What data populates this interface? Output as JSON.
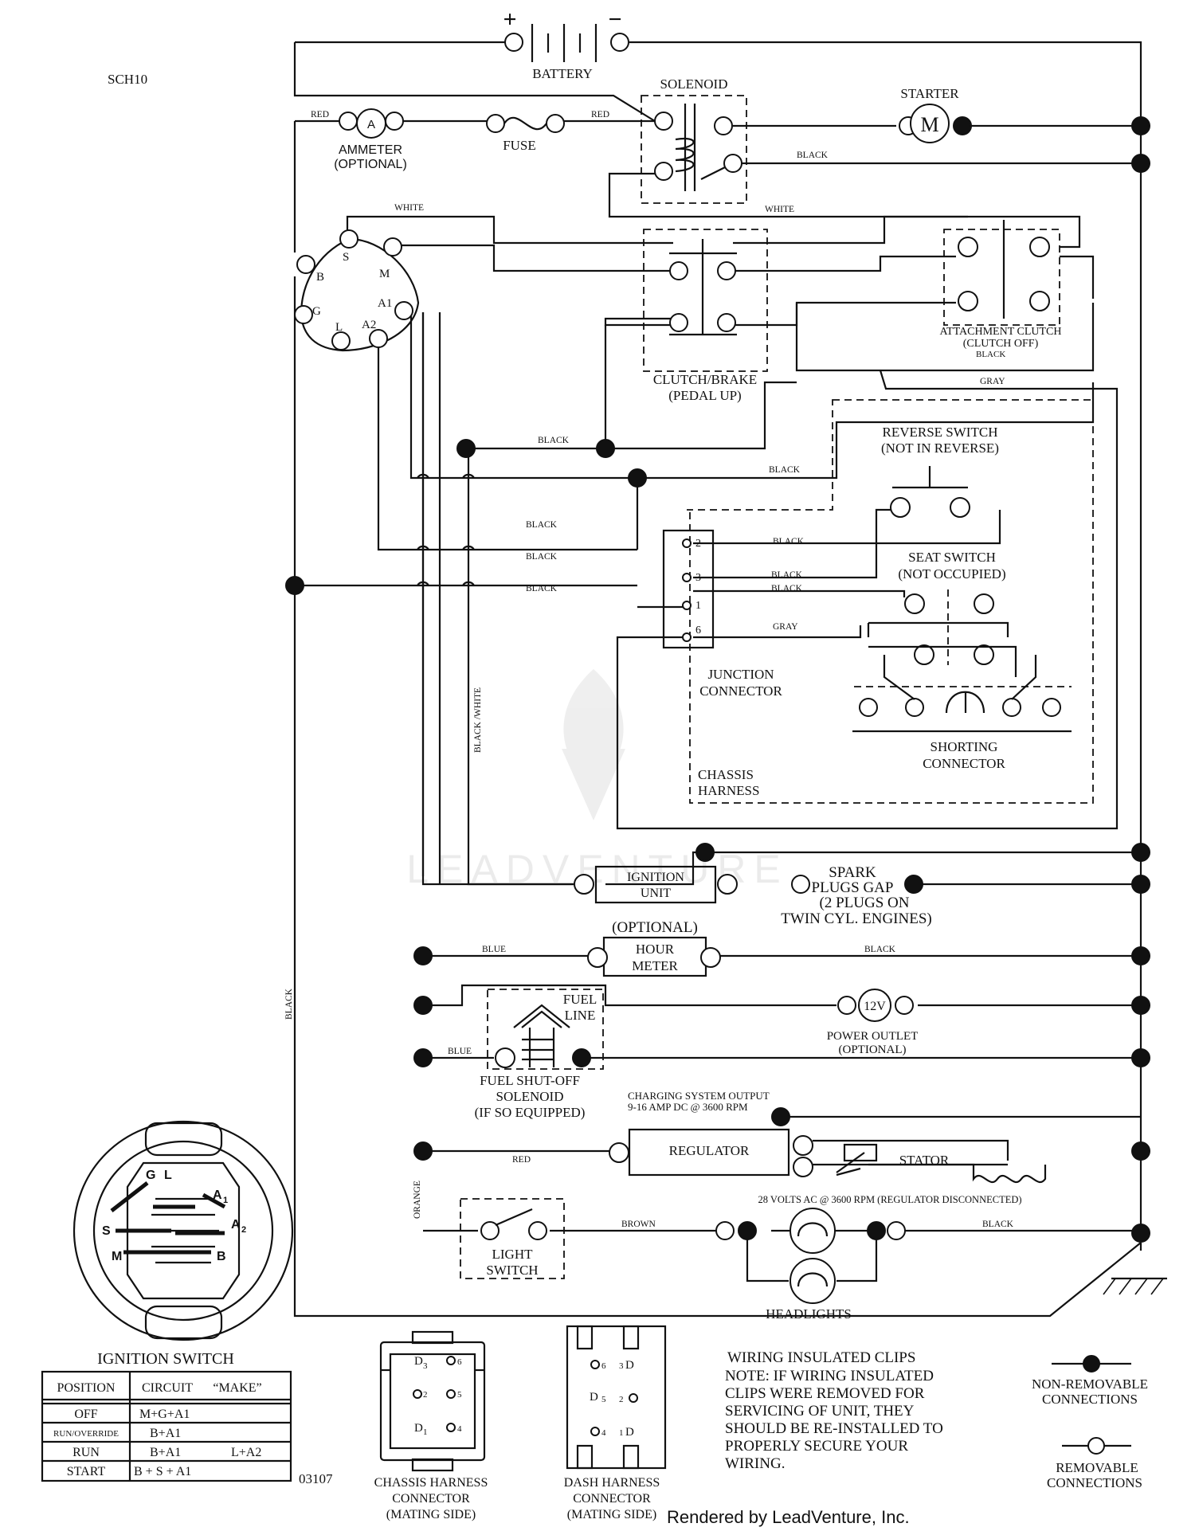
{
  "doc_code": "SCH10",
  "part_number": "03107",
  "footer": "Rendered by LeadVenture, Inc.",
  "watermark": "LEADVENTURE",
  "battery": {
    "label": "BATTERY",
    "plus": "+",
    "minus": "−"
  },
  "solenoid": "SOLENOID",
  "starter": {
    "label": "STARTER",
    "symbol": "M"
  },
  "ammeter": {
    "symbol": "A",
    "line1": "AMMETER",
    "line2": "(OPTIONAL)"
  },
  "fuse": "FUSE",
  "clutch_brake": {
    "line1": "CLUTCH/BRAKE",
    "line2": "(PEDAL UP)"
  },
  "attachment_clutch": {
    "line1": "ATTACHMENT CLUTCH",
    "line2": "(CLUTCH OFF)"
  },
  "reverse_switch": {
    "line1": "REVERSE SWITCH",
    "line2": "(NOT IN REVERSE)"
  },
  "seat_switch": {
    "line1": "SEAT SWITCH",
    "line2": "(NOT OCCUPIED)"
  },
  "junction_connector": {
    "line1": "JUNCTION",
    "line2": "CONNECTOR",
    "pins": [
      "2",
      "3",
      "1",
      "6"
    ]
  },
  "shorting_connector": {
    "line1": "SHORTING",
    "line2": "CONNECTOR"
  },
  "chassis_harness": {
    "line1": "CHASSIS",
    "line2": "HARNESS"
  },
  "ignition_unit": {
    "line1": "IGNITION",
    "line2": "UNIT"
  },
  "spark_plugs": {
    "line1": "SPARK",
    "line2": "PLUGS GAP",
    "line3": "(2 PLUGS ON",
    "line4": "TWIN CYL. ENGINES)"
  },
  "hour_meter": {
    "optional": "(OPTIONAL)",
    "line1": "HOUR",
    "line2": "METER"
  },
  "fuel_line": {
    "line1": "FUEL",
    "line2": "LINE"
  },
  "power_outlet": {
    "symbol": "12V",
    "line1": "POWER OUTLET",
    "line2": "(OPTIONAL)"
  },
  "fuel_solenoid": {
    "line1": "FUEL SHUT-OFF",
    "line2": "SOLENOID",
    "line3": "(IF SO EQUIPPED)"
  },
  "charging": {
    "line1": "CHARGING SYSTEM OUTPUT",
    "line2": "9-16 AMP DC @ 3600 RPM"
  },
  "regulator": "REGULATOR",
  "stator": "STATOR",
  "stator_note": "28 VOLTS AC @ 3600 RPM (REGULATOR DISCONNECTED)",
  "light_switch": {
    "line1": "LIGHT",
    "line2": "SWITCH"
  },
  "headlights": "HEADLIGHTS",
  "ignition_terminals": [
    "S",
    "B",
    "M",
    "G",
    "A1",
    "L",
    "A2"
  ],
  "wire_colors": {
    "red": "RED",
    "black": "BLACK",
    "white": "WHITE",
    "gray": "GRAY",
    "blue": "BLUE",
    "brown": "BROWN",
    "orange": "ORANGE",
    "black_white": "BLACK /WHITE"
  },
  "ignition_switch": {
    "title": "IGNITION SWITCH",
    "face_labels": {
      "g": "G",
      "l": "L",
      "a1": "A",
      "a1_sub": "1",
      "s": "S",
      "a2": "A",
      "a2_sub": "2",
      "m": "M",
      "b": "B"
    },
    "table": {
      "headers": [
        "POSITION",
        "CIRCUIT",
        "“MAKE”"
      ],
      "rows": [
        {
          "position": "OFF",
          "circuit": "M+G+A1",
          "extra": ""
        },
        {
          "position": "RUN/OVERRIDE",
          "circuit": "B+A1",
          "extra": ""
        },
        {
          "position": "RUN",
          "circuit": "B+A1",
          "extra": "L+A2"
        },
        {
          "position": "START",
          "circuit": "B + S + A1",
          "extra": ""
        }
      ]
    }
  },
  "chassis_connector": {
    "line1": "CHASSIS HARNESS",
    "line2": "CONNECTOR",
    "line3": "(MATING SIDE)",
    "pins": [
      "3",
      "6",
      "2",
      "5",
      "1",
      "4"
    ]
  },
  "dash_connector": {
    "line1": "DASH HARNESS",
    "line2": "CONNECTOR",
    "line3": "(MATING SIDE)",
    "pins": [
      "6",
      "3",
      "5",
      "2",
      "4",
      "1"
    ]
  },
  "note": {
    "title": "WIRING INSULATED CLIPS",
    "lines": [
      "NOTE:  IF WIRING INSULATED",
      "CLIPS WERE REMOVED FOR",
      "SERVICING OF UNIT, THEY",
      "SHOULD BE RE-INSTALLED TO",
      "PROPERLY SECURE YOUR",
      " WIRING."
    ]
  },
  "legend": {
    "non_removable": {
      "line1": "NON-REMOVABLE",
      "line2": "CONNECTIONS"
    },
    "removable": {
      "line1": "REMOVABLE",
      "line2": "CONNECTIONS"
    }
  }
}
